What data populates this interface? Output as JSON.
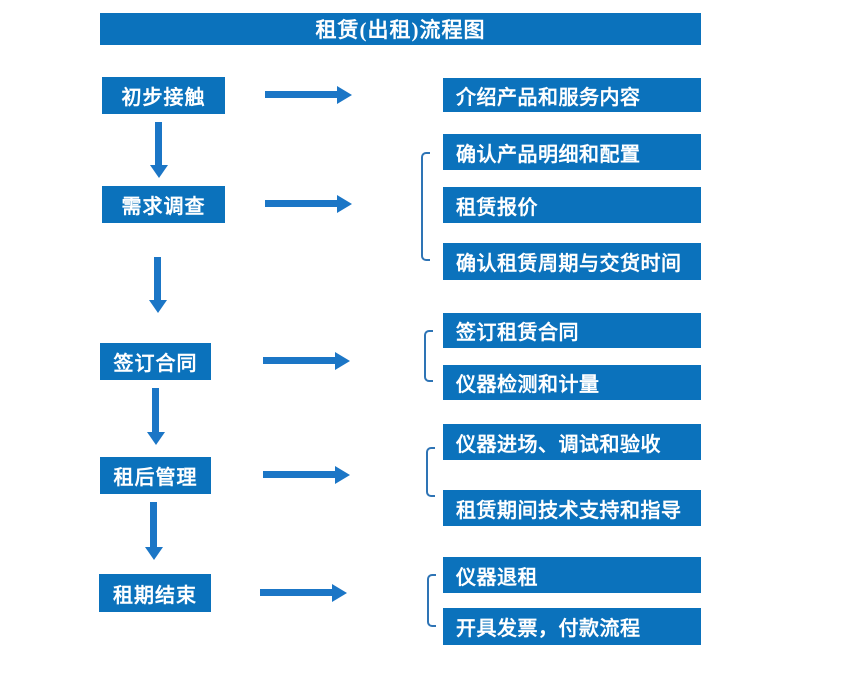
{
  "flow": {
    "title": "租赁(出租)流程图",
    "stages": [
      {
        "step": "初步接触",
        "details": [
          "介绍产品和服务内容"
        ]
      },
      {
        "step": "需求调查",
        "details": [
          "确认产品明细和配置",
          "租赁报价",
          "确认租赁周期与交货时间"
        ]
      },
      {
        "step": "签订合同",
        "details": [
          "签订租赁合同",
          "仪器检测和计量"
        ]
      },
      {
        "step": "租后管理",
        "details": [
          "仪器进场、调试和验收",
          "租赁期间技术支持和指导"
        ]
      },
      {
        "step": "租期结束",
        "details": [
          "仪器退租",
          "开具发票，付款流程"
        ]
      }
    ]
  },
  "colors": {
    "box_blue": "#0b72bc",
    "arrow_blue": "#1b76c6",
    "bracket_blue": "#2e74b5",
    "text_white": "#ffffff"
  }
}
